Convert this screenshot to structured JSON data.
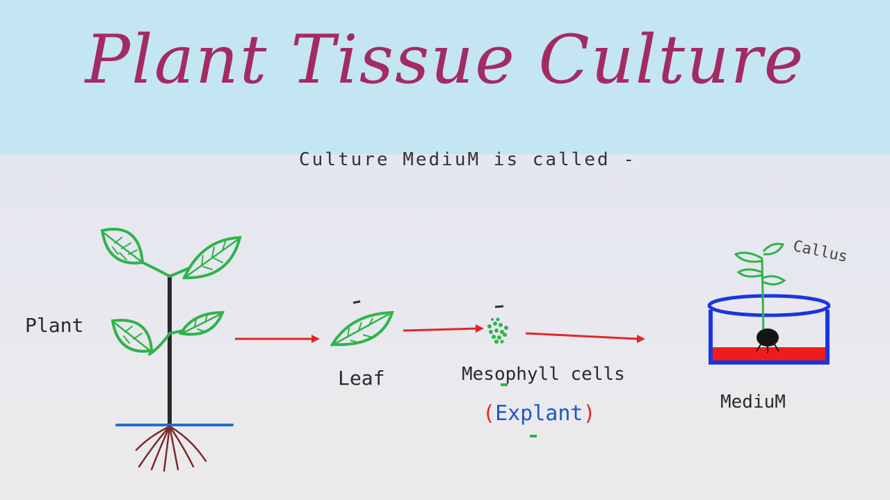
{
  "header": {
    "title": "Plant Tissue Culture",
    "background": "#c4e5f2",
    "title_color": "#a32b63"
  },
  "board": {
    "partial_text": "Culture   MediuM   is called -",
    "labels": {
      "plant": "Plant",
      "leaf": "Leaf",
      "mesophyll": "Mesophyll cells",
      "explant_open": "(",
      "explant": "Explant",
      "explant_close": ")",
      "medium": "MediuM",
      "callus": "Callus"
    },
    "colors": {
      "leaf_green": "#2fb34a",
      "stem": "#2a2a2a",
      "ground_line": "#1f6fd1",
      "roots": "#7a2a2a",
      "arrow": "#e0262a",
      "container": "#1b35e0",
      "medium_fill": "#f01c1c"
    }
  }
}
